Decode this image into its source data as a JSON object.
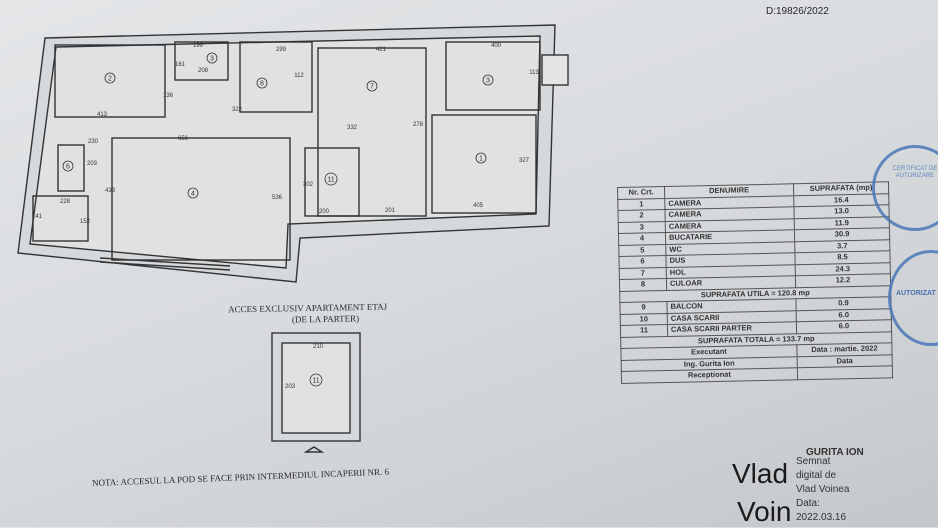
{
  "doc_number": "D:19826/2022",
  "plan": {
    "rooms": [
      {
        "id": "2",
        "dims": [
          "413"
        ]
      },
      {
        "id": "3",
        "dims": [
          "199",
          "208",
          "161"
        ]
      },
      {
        "id": "8",
        "dims": [
          "299",
          "322",
          "112"
        ]
      },
      {
        "id": "6",
        "dims": [
          "230",
          "203"
        ]
      },
      {
        "id": "4",
        "dims": [
          "656",
          "536",
          "433"
        ]
      },
      {
        "id": "7",
        "dims": [
          "421",
          "332",
          "278"
        ]
      },
      {
        "id": "11",
        "dims": [
          "200",
          "201",
          "302"
        ]
      },
      {
        "id": "3b",
        "label": "3",
        "dims": [
          "400",
          "113"
        ]
      },
      {
        "id": "1",
        "dims": [
          "405",
          "327"
        ]
      }
    ],
    "extra_dims": [
      "228",
      "141",
      "152",
      "136"
    ],
    "access_title": "ACCES EXCLUSIV APARTAMENT ETAJ",
    "access_subtitle": "(DE LA PARTER)",
    "stair_room": {
      "label": "11",
      "dims": [
        "210",
        "203"
      ]
    },
    "note": "NOTA: ACCESUL LA POD SE FACE PRIN INTERMEDIUL INCAPERII NR. 6"
  },
  "table": {
    "headers": [
      "Nr. Crt.",
      "DENUMIRE",
      "SUPRAFATA (mp)"
    ],
    "rows": [
      {
        "nr": "1",
        "name": "CAMERA",
        "area": "16.4"
      },
      {
        "nr": "2",
        "name": "CAMERA",
        "area": "13.0"
      },
      {
        "nr": "3",
        "name": "CAMERA",
        "area": "11.9"
      },
      {
        "nr": "4",
        "name": "BUCATARIE",
        "area": "30.9"
      },
      {
        "nr": "5",
        "name": "WC",
        "area": "3.7"
      },
      {
        "nr": "6",
        "name": "DUS",
        "area": "8.5"
      },
      {
        "nr": "7",
        "name": "HOL",
        "area": "24.3"
      },
      {
        "nr": "8",
        "name": "CULOAR",
        "area": "12.2"
      }
    ],
    "useful_total": "SUPRAFATA UTILA = 120.8 mp",
    "rows2": [
      {
        "nr": "9",
        "name": "BALCON",
        "area": "0.9"
      },
      {
        "nr": "10",
        "name": "CASA SCARII",
        "area": "6.0"
      },
      {
        "nr": "11",
        "name": "CASA SCARII PARTER",
        "area": "6.0"
      }
    ],
    "grand_total": "SUPRAFATA TOTALA = 133.7 mp",
    "executant": "Executant",
    "date": "Data : martie. 2022",
    "engineer": "Ing. Gurita Ion",
    "date2": "Data",
    "receptionat": "Receptionat"
  },
  "signature": {
    "big_line1": "Vlad",
    "big_line2": "Voin",
    "signed_lines": [
      "Semnat",
      "digital de",
      "Vlad Voinea",
      "Data:",
      "2022.03.16"
    ],
    "gurita": "GURITA ION"
  },
  "stamps": [
    {
      "text": "CERTIFICAT DE AUTORIZARE"
    },
    {
      "text": "AUTORIZAT"
    }
  ]
}
